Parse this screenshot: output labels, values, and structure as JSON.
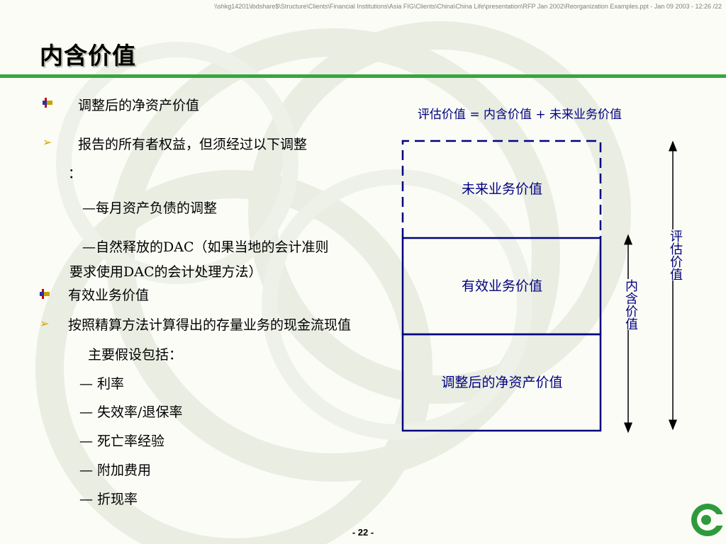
{
  "header": {
    "file_path": "\\\\shkg14201\\ibdshare$\\Structure\\Clients\\Financial Institutions\\Asia FIG\\Clients\\China\\China Life\\presentation\\RFP Jan 2002\\Reorganization Examples.ppt - Jan 09 2003 - 12:26 /22",
    "title": "内含价值"
  },
  "content": {
    "item1": "调整后的净资产价值",
    "sub1_line1": "报告的所有者权益，但须经过以下调整",
    "sub1_line2": "：",
    "sub1_dash1": "—每月资产负债的调整",
    "sub1_dash2_line1": "—自然释放的DAC（如果当地的会计准则",
    "sub1_dash2_line2": "要求使用DAC的会计处理方法）",
    "item2": "有效业务价值",
    "sub2_line1": "按照精算方法计算得出的存量业务的现金流现值",
    "sub2_line2": "主要假设包括：",
    "assumptions": [
      "—  利率",
      "—  失效率/退保率",
      "—  死亡率经验",
      "—  附加费用",
      "—  折现率"
    ]
  },
  "diagram": {
    "formula": "评估价值 = 内含价值 + 未来业务价值",
    "box_top": "未来业务价值",
    "box_middle": "有效业务价值",
    "box_bottom": "调整后的净资产价值",
    "arrow_long_label": "评估价值",
    "arrow_short_label": "内含价值",
    "line_color": "#000080",
    "accent_color": "#38a63f"
  },
  "footer": {
    "page_number": "- 22 -"
  }
}
